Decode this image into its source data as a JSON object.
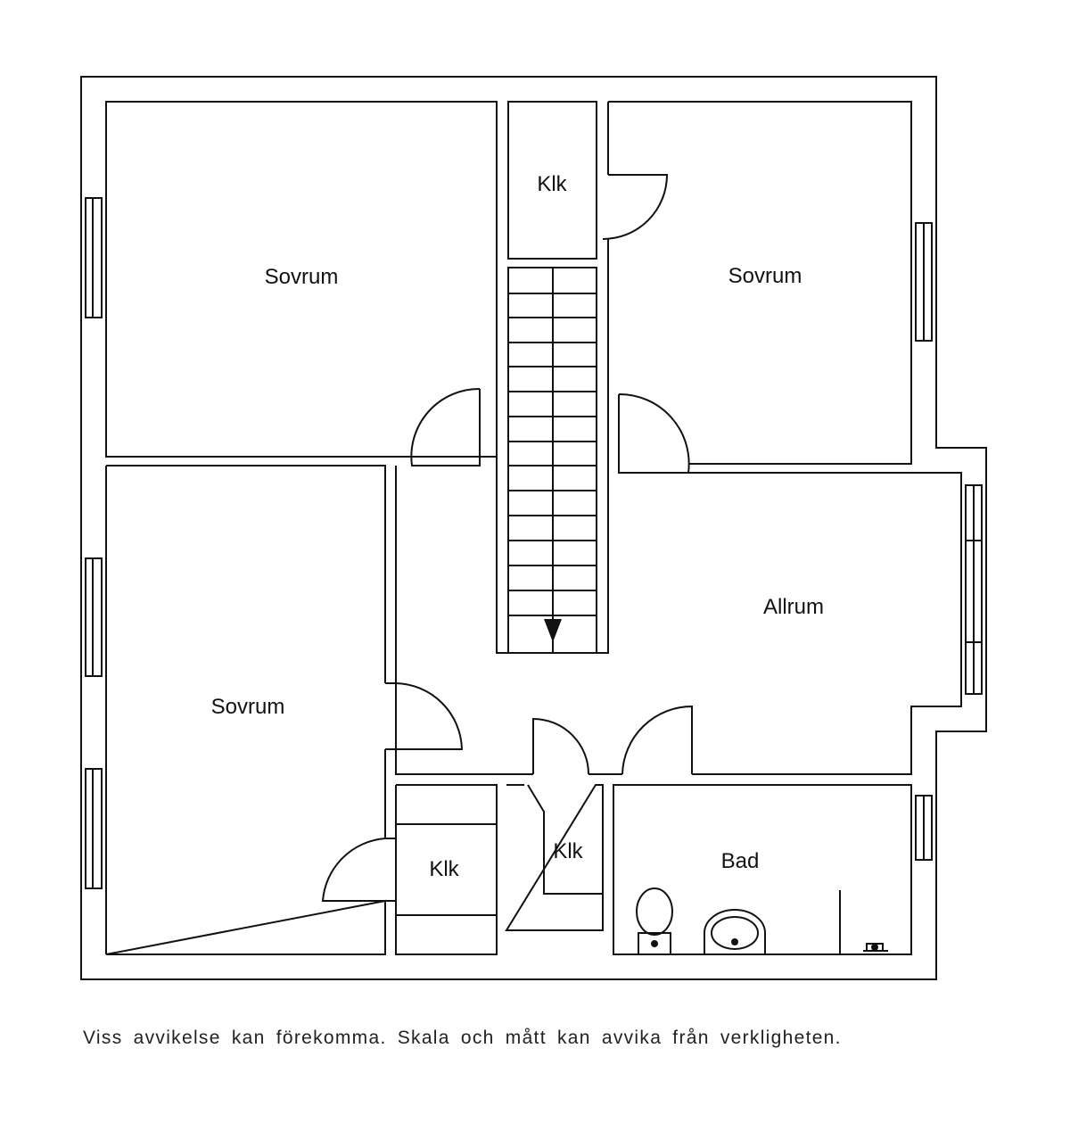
{
  "rooms": {
    "bedroom_top_left": "Sovrum",
    "closet_top": "Klk",
    "bedroom_top_right": "Sovrum",
    "family_room": "Allrum",
    "bedroom_bottom_left": "Sovrum",
    "closet_bottom_left": "Klk",
    "closet_bottom_middle": "Klk",
    "bathroom": "Bad"
  },
  "disclaimer": "Viss avvikelse kan förekomma. Skala och mått kan avvika från verkligheten.",
  "colors": {
    "line": "#111111",
    "background": "#ffffff"
  }
}
